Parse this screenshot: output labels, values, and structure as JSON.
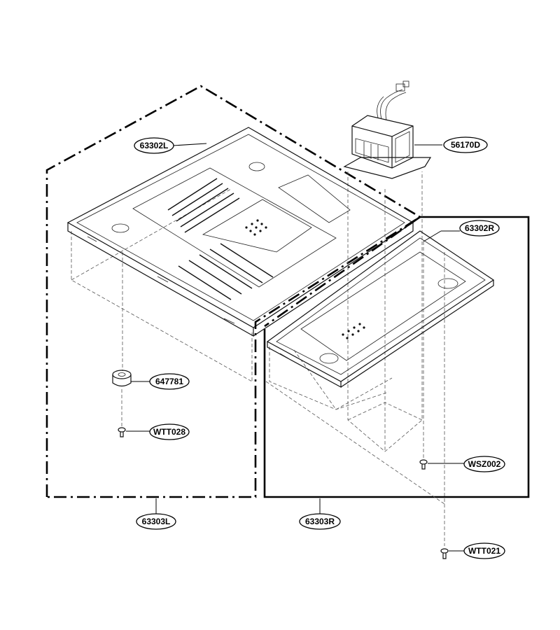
{
  "parts": {
    "tray_left": "63302L",
    "tray_right": "63302R",
    "transformer": "56170D",
    "foot": "647781",
    "screw_foot": "WTT028",
    "screw_mid": "WSZ002",
    "screw_bottom": "WTT021",
    "base_left": "63303L",
    "base_right": "63303R"
  }
}
